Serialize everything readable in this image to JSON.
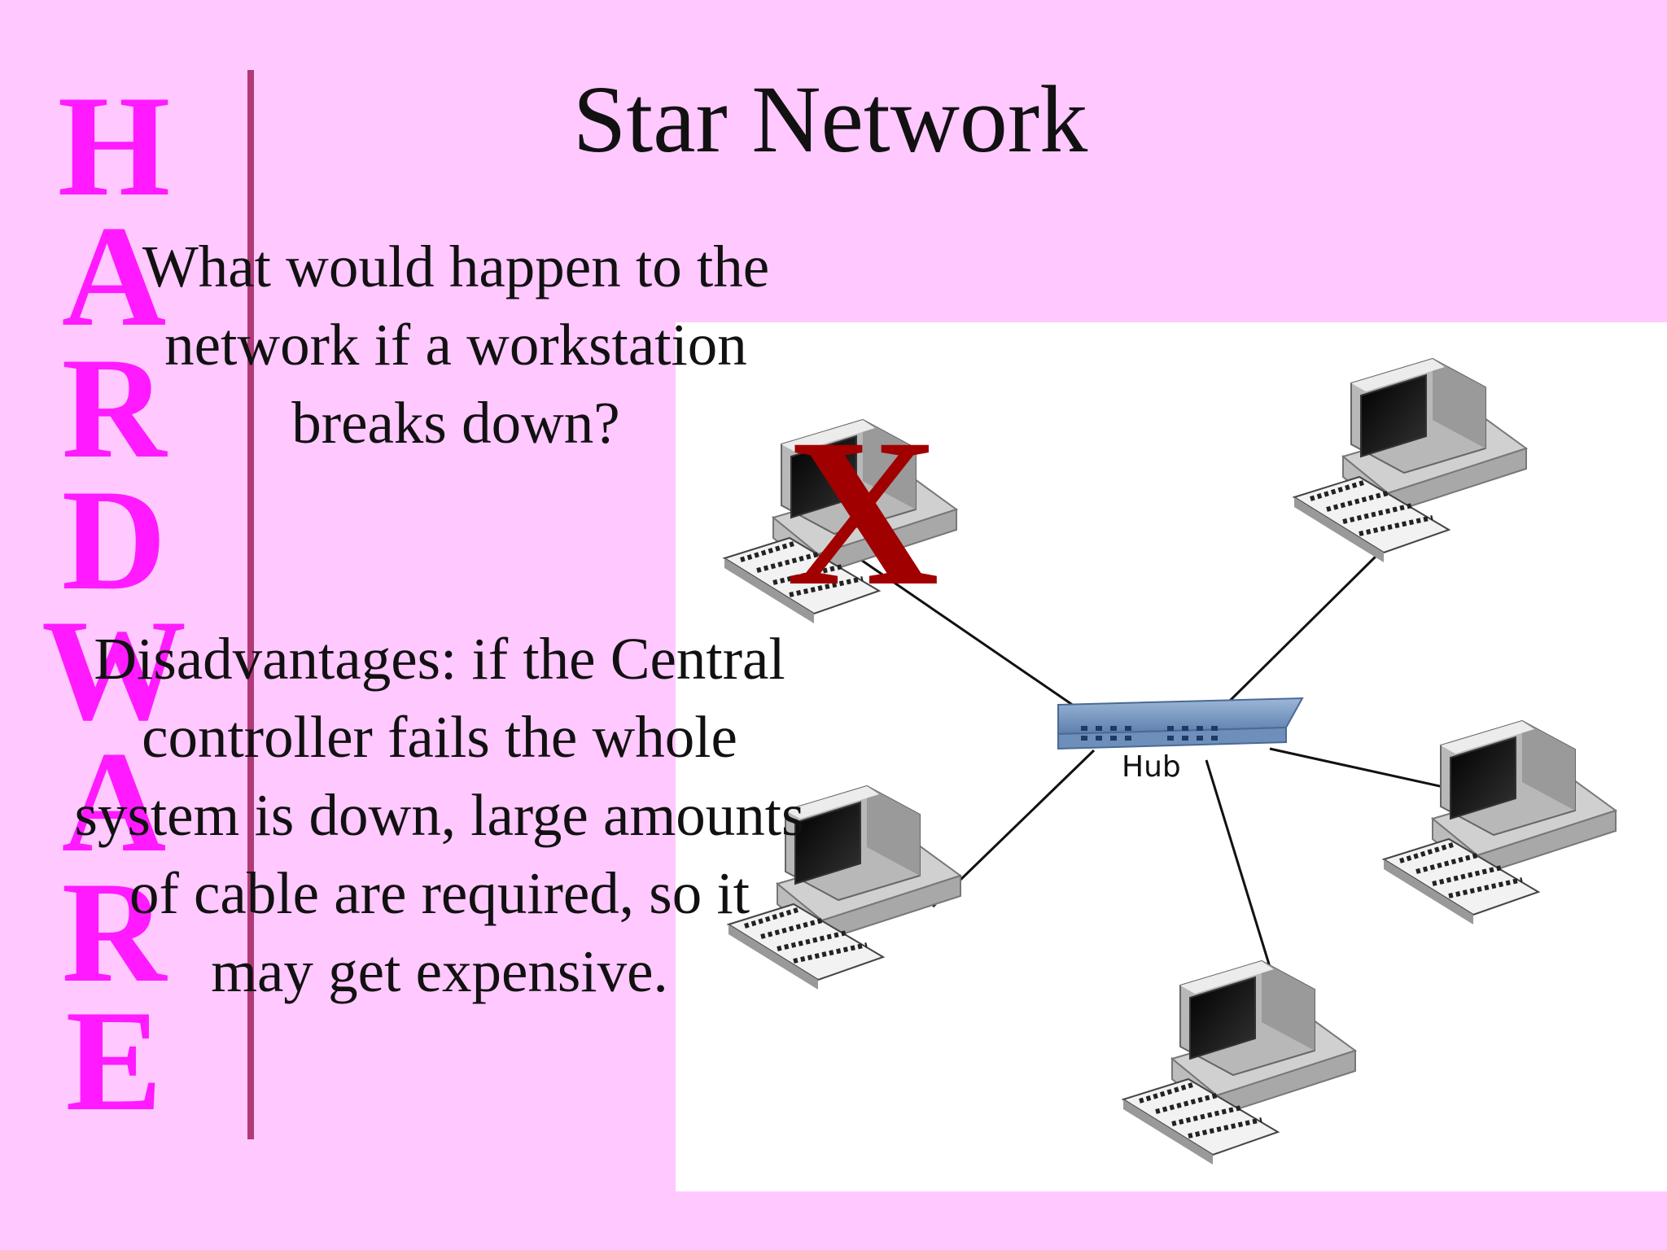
{
  "slide": {
    "title": "Star Network",
    "side_letters": [
      "H",
      "A",
      "R",
      "D",
      "W",
      "A",
      "R",
      "E"
    ],
    "question": "What would happen to the network if a workstation breaks down?",
    "disadvantages": "Disadvantages: if the Central controller fails the whole system is down, large amounts of cable are required, so it may get expensive.",
    "accent_color": "#ff1aff",
    "background_color": "#ffc8ff"
  },
  "diagram": {
    "hub_label": "Hub",
    "failed_mark": "X",
    "failed_mark_color": "#a00000"
  }
}
